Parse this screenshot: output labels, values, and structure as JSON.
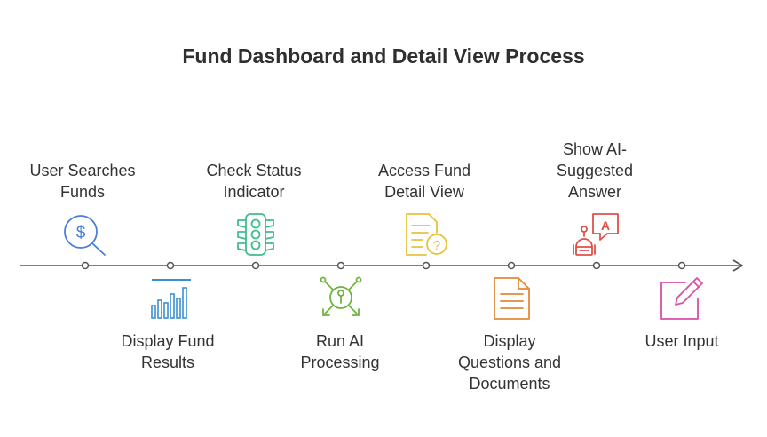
{
  "title": "Fund Dashboard and Detail View Process",
  "steps": [
    {
      "label": "User Searches Funds",
      "icon": "dollar-search-icon",
      "color": "#4a7fd6",
      "position": "above"
    },
    {
      "label": "Display Fund Results",
      "icon": "bar-chart-icon",
      "color": "#3a8fd0",
      "position": "below"
    },
    {
      "label": "Check Status Indicator",
      "icon": "traffic-light-icon",
      "color": "#3fbf8c",
      "position": "above"
    },
    {
      "label": "Run AI Processing",
      "icon": "ai-processing-icon",
      "color": "#6fb43f",
      "position": "below"
    },
    {
      "label": "Access Fund Detail View",
      "icon": "document-question-icon",
      "color": "#e6c33c",
      "position": "above"
    },
    {
      "label": "Display Questions and Documents",
      "icon": "document-icon",
      "color": "#e08a3a",
      "position": "below"
    },
    {
      "label": "Show AI-Suggested Answer",
      "icon": "robot-chat-icon",
      "color": "#e0504a",
      "position": "above"
    },
    {
      "label": "User Input",
      "icon": "edit-pencil-icon",
      "color": "#d94fa6",
      "position": "below"
    }
  ]
}
